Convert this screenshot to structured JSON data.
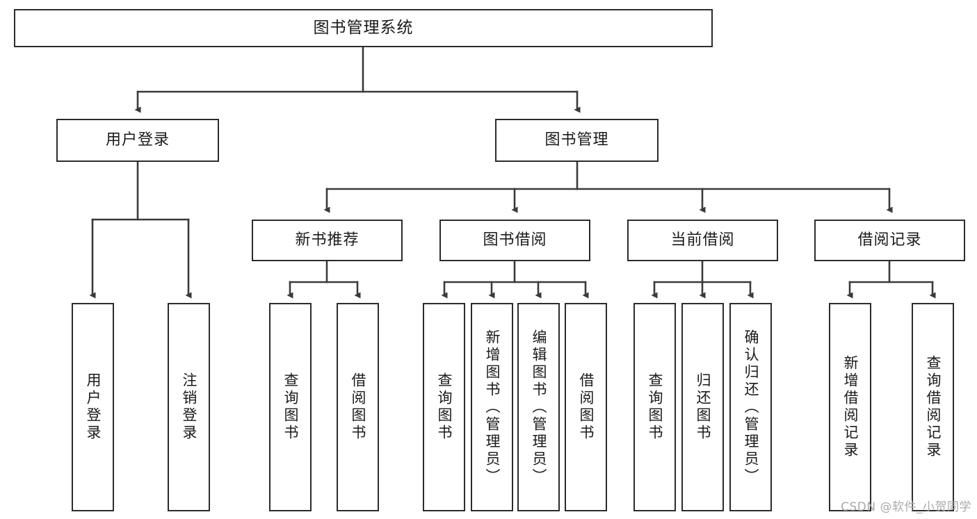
{
  "diagram": {
    "title": "图书管理系统",
    "watermark": "CSDN @软件_小贺同学",
    "colors": {
      "box_border": "#2b2b2b",
      "box_fill": "#ffffff",
      "connector": "#3a3a3a",
      "text": "#1a1a1a",
      "watermark": "#a9a9a9",
      "background": "#ffffff"
    },
    "root": {
      "label": "图书管理系统"
    },
    "level2": [
      {
        "label": "用户登录"
      },
      {
        "label": "图书管理"
      }
    ],
    "level3": [
      {
        "label": "新书推荐"
      },
      {
        "label": "图书借阅"
      },
      {
        "label": "当前借阅"
      },
      {
        "label": "借阅记录"
      }
    ],
    "leaves": {
      "user_login": [
        {
          "label": "用户登录"
        },
        {
          "label": "注销登录"
        }
      ],
      "new_book_recommend": [
        {
          "label": "查询图书"
        },
        {
          "label": "借阅图书"
        }
      ],
      "book_borrow": [
        {
          "label": "查询图书"
        },
        {
          "label": "新增图书（管理员）"
        },
        {
          "label": "编辑图书（管理员）"
        },
        {
          "label": "借阅图书"
        }
      ],
      "current_borrow": [
        {
          "label": "查询图书"
        },
        {
          "label": "归还图书"
        },
        {
          "label": "确认归还（管理员）"
        }
      ],
      "borrow_record": [
        {
          "label": "新增借阅记录"
        },
        {
          "label": "查询借阅记录"
        }
      ]
    }
  }
}
